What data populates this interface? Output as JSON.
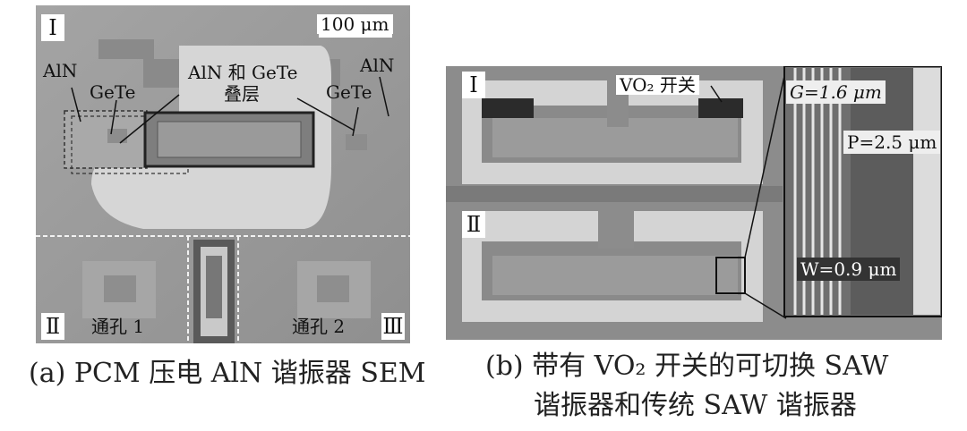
{
  "panel_a": {
    "region_labels": [
      "Ⅰ",
      "Ⅱ",
      "Ⅲ"
    ],
    "scale_bar": "100 μm",
    "labels": {
      "aln_left": "AlN",
      "gete_left": "GeTe",
      "stack_line1": "AlN 和 GeTe",
      "stack_line2": "叠层",
      "aln_right": "AlN",
      "gete_right": "GeTe",
      "via1": "通孔 1",
      "via2": "通孔 2"
    },
    "caption": "(a) PCM 压电 AlN 谐振器 SEM"
  },
  "panel_b": {
    "region_labels": [
      "Ⅰ",
      "Ⅱ"
    ],
    "switch_label": "VO₂ 开关",
    "inset": {
      "G": "G=1.6 μm",
      "P": "P=2.5 μm",
      "W": "W=0.9 μm"
    },
    "caption_line1": "(b) 带有 VO₂ 开关的可切换 SAW",
    "caption_line2": "谐振器和传统 SAW 谐振器"
  },
  "colors": {
    "sem_gray": "#9b9b9b",
    "sem_dark": "#6f6f6f",
    "sem_light": "#d9d9d9",
    "label_bg": "#ffffff"
  }
}
